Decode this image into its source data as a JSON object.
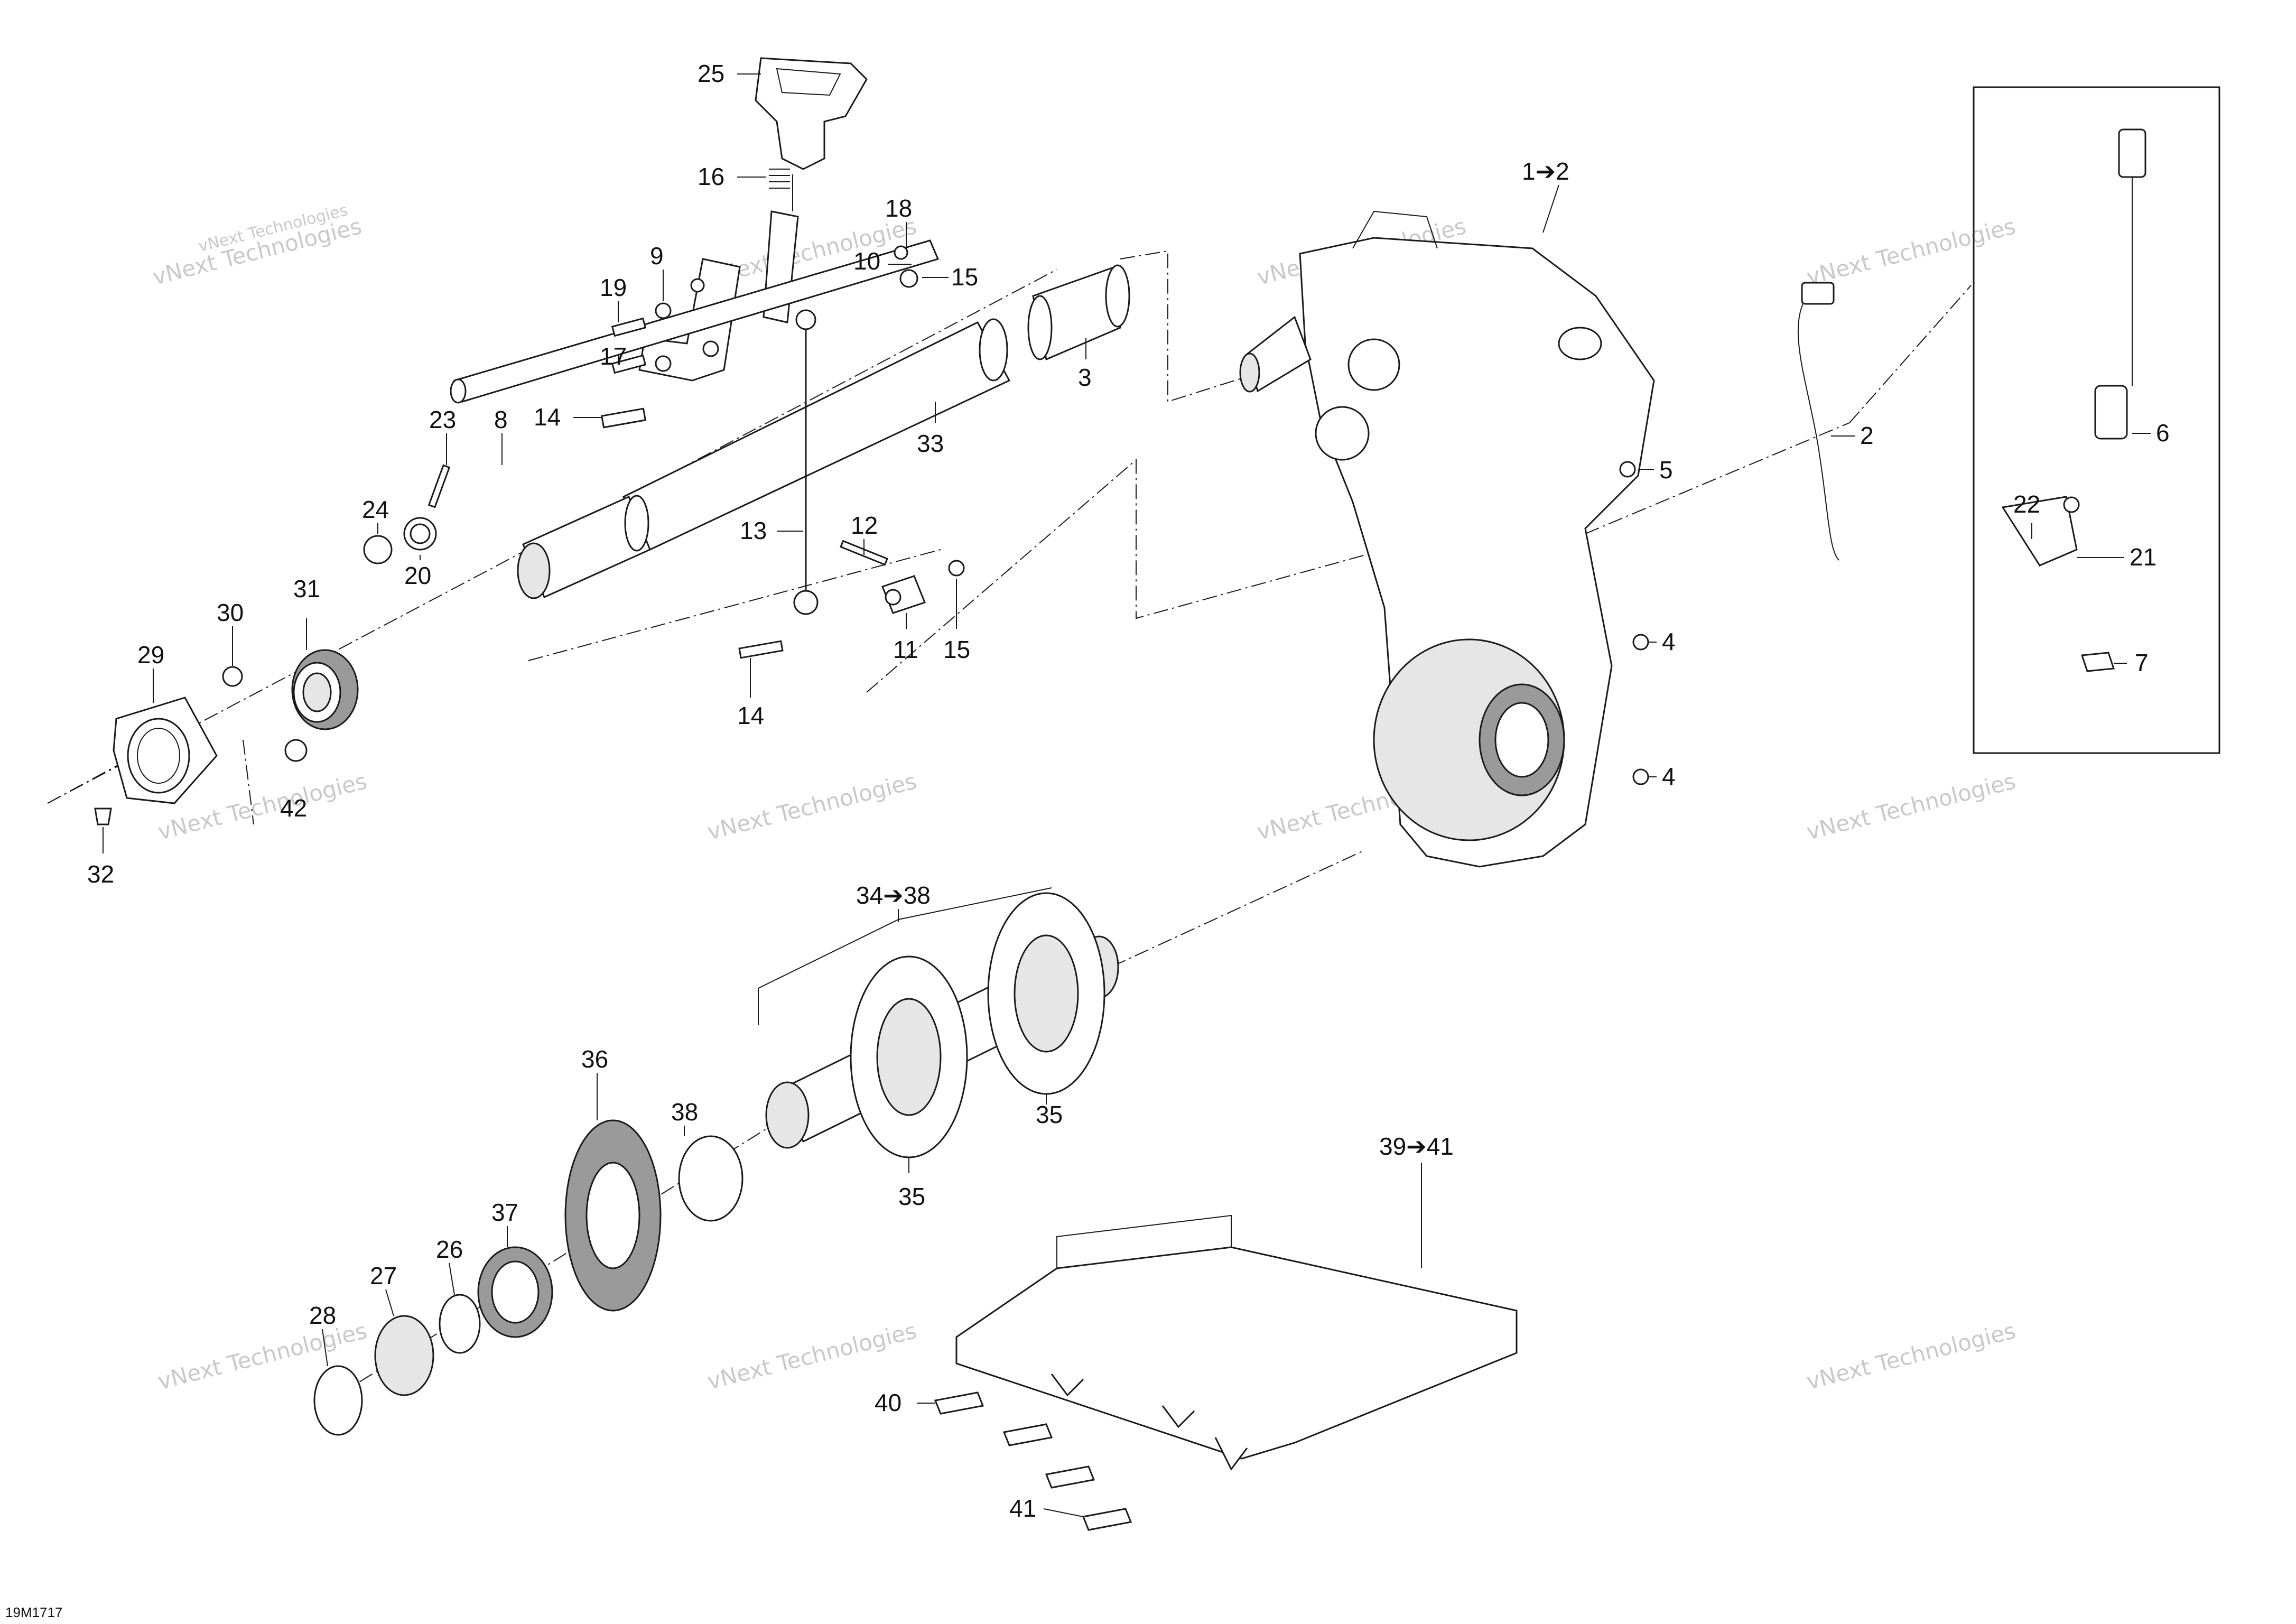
{
  "diagram": {
    "drawing_code": "19M1717",
    "watermark_text": "vNext Technologies",
    "callouts": [
      {
        "id": "c25",
        "text": "25"
      },
      {
        "id": "c16",
        "text": "16"
      },
      {
        "id": "c18",
        "text": "18"
      },
      {
        "id": "c10",
        "text": "10"
      },
      {
        "id": "c15a",
        "text": "15"
      },
      {
        "id": "c9",
        "text": "9"
      },
      {
        "id": "c19",
        "text": "19"
      },
      {
        "id": "c17",
        "text": "17"
      },
      {
        "id": "c14a",
        "text": "14"
      },
      {
        "id": "c23",
        "text": "23"
      },
      {
        "id": "c8",
        "text": "8"
      },
      {
        "id": "c3",
        "text": "3"
      },
      {
        "id": "c33",
        "text": "33"
      },
      {
        "id": "c24",
        "text": "24"
      },
      {
        "id": "c20",
        "text": "20"
      },
      {
        "id": "c13",
        "text": "13"
      },
      {
        "id": "c12",
        "text": "12"
      },
      {
        "id": "c11",
        "text": "11"
      },
      {
        "id": "c15b",
        "text": "15"
      },
      {
        "id": "c14b",
        "text": "14"
      },
      {
        "id": "c30",
        "text": "30"
      },
      {
        "id": "c31",
        "text": "31"
      },
      {
        "id": "c29",
        "text": "29"
      },
      {
        "id": "c42",
        "text": "42"
      },
      {
        "id": "c32",
        "text": "32"
      },
      {
        "id": "c1to2",
        "text": "1➔2"
      },
      {
        "id": "c2",
        "text": "2"
      },
      {
        "id": "c5",
        "text": "5"
      },
      {
        "id": "c4a",
        "text": "4"
      },
      {
        "id": "c4b",
        "text": "4"
      },
      {
        "id": "c6",
        "text": "6"
      },
      {
        "id": "c22",
        "text": "22"
      },
      {
        "id": "c21",
        "text": "21"
      },
      {
        "id": "c7",
        "text": "7"
      },
      {
        "id": "c34to38",
        "text": "34➔38"
      },
      {
        "id": "c35a",
        "text": "35"
      },
      {
        "id": "c35b",
        "text": "35"
      },
      {
        "id": "c36",
        "text": "36"
      },
      {
        "id": "c38",
        "text": "38"
      },
      {
        "id": "c37",
        "text": "37"
      },
      {
        "id": "c26",
        "text": "26"
      },
      {
        "id": "c27",
        "text": "27"
      },
      {
        "id": "c28",
        "text": "28"
      },
      {
        "id": "c39to41",
        "text": "39➔41"
      },
      {
        "id": "c40",
        "text": "40"
      },
      {
        "id": "c41",
        "text": "41"
      }
    ]
  }
}
